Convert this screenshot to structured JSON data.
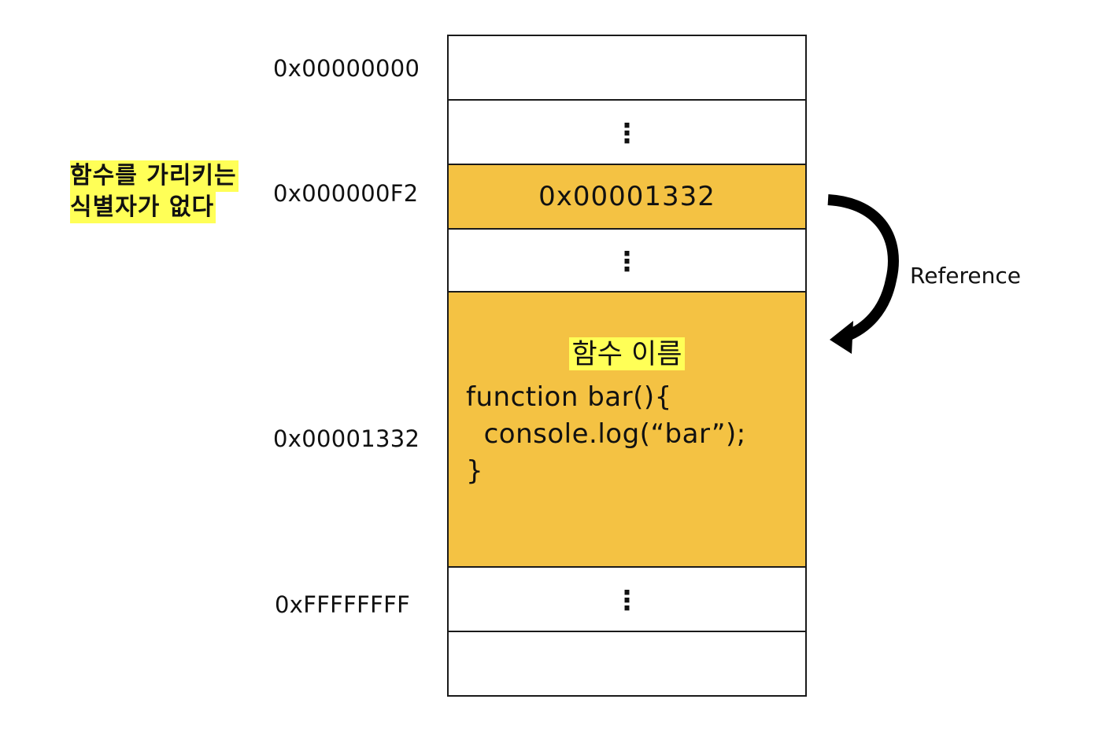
{
  "addresses": {
    "start": "0x00000000",
    "variable": "0x000000F2",
    "function": "0x00001332",
    "end": "0xFFFFFFFF"
  },
  "note": {
    "line1": "함수를 가리키는",
    "line2": "식별자가 없다"
  },
  "memory": {
    "ellipsis": "⋮",
    "stored_value": "0x00001332",
    "function_name_label": "함수 이름",
    "code": {
      "line1": "function bar(){",
      "line2": "  console.log(“bar”);",
      "line3": "}"
    }
  },
  "reference_label": "Reference",
  "colors": {
    "cell_fill": "#f4c243",
    "highlight": "#ffff57",
    "border": "#1a1a1a"
  }
}
